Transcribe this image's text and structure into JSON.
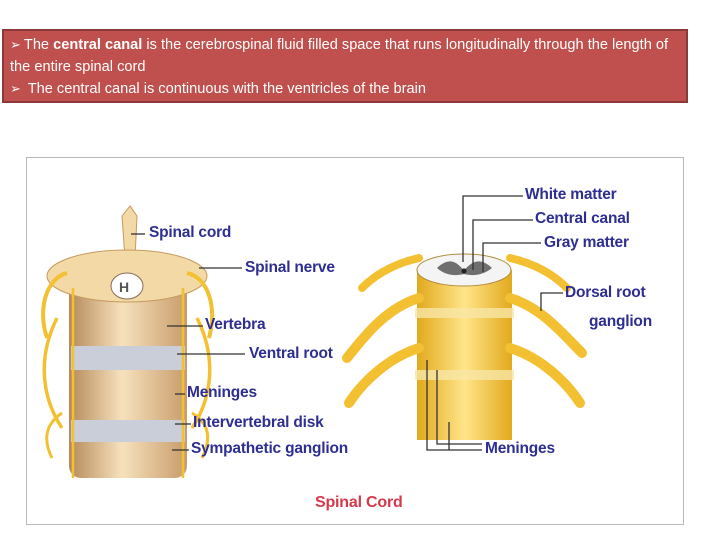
{
  "banner": {
    "bullet1_pre": "The ",
    "bullet1_bold": "central canal",
    "bullet1_post": " is the cerebrospinal fluid filled space that runs longitudinally through the length of the entire spinal cord",
    "bullet2": "The central canal is continuous with the ventricles of the brain"
  },
  "diagram": {
    "title": "Spinal Cord",
    "labels": {
      "spinal_cord": "Spinal cord",
      "spinal_nerve": "Spinal nerve",
      "vertebra": "Vertebra",
      "ventral_root": "Ventral root",
      "meninges_left": "Meninges",
      "intervertebral_disk": "Intervertebral disk",
      "sympathetic_ganglion": "Sympathetic ganglion",
      "white_matter": "White matter",
      "central_canal": "Central canal",
      "gray_matter": "Gray matter",
      "dorsal_root": "Dorsal root",
      "ganglion": "ganglion",
      "meninges_right": "Meninges"
    }
  },
  "colors": {
    "banner_bg": "#c0504d",
    "label_text": "#2e2e92",
    "title_text": "#d6394b",
    "nerve_yellow": "#f3c032",
    "bone": "#f5d9a8"
  }
}
